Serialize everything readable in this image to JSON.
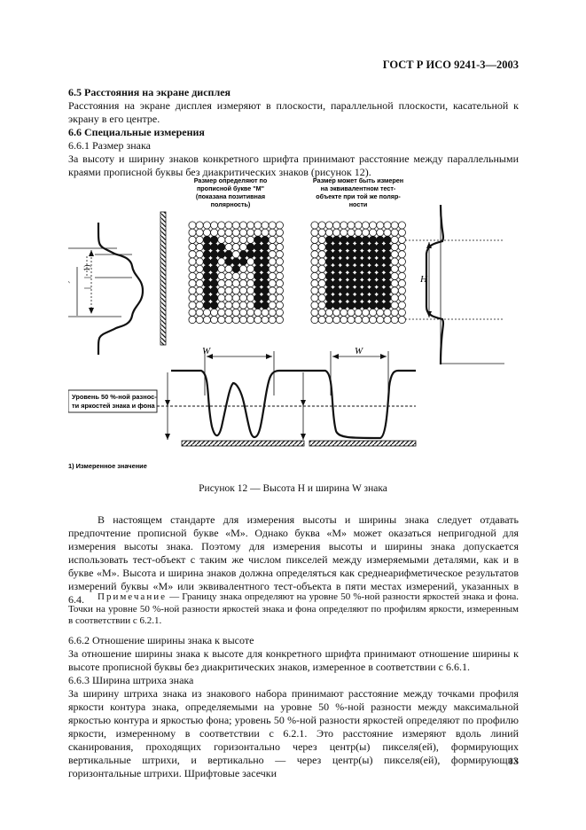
{
  "header": {
    "doc_id": "ГОСТ Р ИСО 9241-3—2003"
  },
  "s65": {
    "title": "6.5 Расстояния на экране дисплея",
    "text": "Расстояния на экране дисплея измеряют в плоскости, параллельной плоскости, касательной к экрану в его центре."
  },
  "s66": {
    "title": "6.6 Специальные измерения"
  },
  "s661": {
    "title": "6.6.1 Размер знака",
    "text": "За высоту и ширину знаков конкретного шрифта принимают расстояние между параллельными краями прописной буквы без диакритических знаков (рисунок 12)."
  },
  "figure": {
    "label_left": [
      "Размер определяют по",
      "прописной букве \"М\"",
      "(показана позитивная",
      "полярность)"
    ],
    "label_right": [
      "Размер может быть измерен",
      "на эквивалентном тест-",
      "объекте при той же поляр-",
      "ности"
    ],
    "level_label": [
      "Уровень 50 %-ной разнос-",
      "ти яркостей знака и фона"
    ],
    "w_left": "W",
    "w_right": "W",
    "h_label": "H",
    "mark1": "1)",
    "mark2": "1)",
    "footnote": "1) Измеренное значение",
    "caption": "Рисунок 12 — Высота H и ширина W знака"
  },
  "paragraphs": {
    "p1": "В настоящем стандарте для измерения высоты и ширины знака следует отдавать предпочтение прописной букве «М». Однако буква «М» может оказаться непригодной для измерения высоты знака. Поэтому для измерения высоты и ширины знака допускается использовать тест-объект с таким же числом пикселей между измеряемыми деталями, как и в букве «М». Высота и ширина знаков должна определяться как среднеарифметическое результатов измерений буквы «М» или эквивалентного тест-объекта в пяти местах измерений, указанных в 6.4.",
    "note_label": "Примечание",
    "note_text": " — Границу знака определяют на уровне 50 %-ной разности яркостей знака и фона. Точки на уровне 50 %-ной разности яркостей знака и фона определяют по профилям яркости, измеренным в соответствии с 6.2.1."
  },
  "s662": {
    "title": "6.6.2 Отношение ширины знака к высоте",
    "text": "За отношение ширины знака к высоте для конкретного шрифта принимают отношение ширины к высоте прописной буквы без диакритических знаков, измеренное в соответствии с 6.6.1."
  },
  "s663": {
    "title": "6.6.3 Ширина штриха знака",
    "text": "За ширину штриха знака из знакового набора принимают расстояние между точками профиля яркости контура знака, определяемыми на уровне 50 %-ной разности между максимальной яркостью контура и яркостью фона; уровень 50 %-ной разности яркостей определяют по профилю яркости, измеренному в соответствии с 6.2.1. Это расстояние измеряют вдоль линий сканирования, проходящих горизонтально через центр(ы) пикселя(ей), формирующих вертикальные штрихи, и вертикально — через центр(ы) пикселя(ей), формирующих горизонтальные штрихи. Шрифтовые засечки"
  },
  "page_number": "13"
}
